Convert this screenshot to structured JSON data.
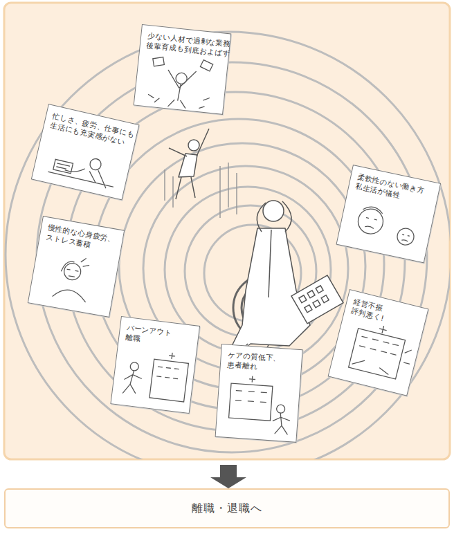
{
  "diagram": {
    "nodes": [
      {
        "text": [
          "少ない人材で過剰な業務 後輩育成も到底およばず"
        ]
      },
      {
        "text": [
          "忙しさ、疲労、仕事にも 生活にも充実感がない"
        ]
      },
      {
        "text": [
          "柔軟性のない働き方 私生活が犠牲"
        ]
      },
      {
        "text": [
          "慢性的な心身疲労、 ストレス蓄積"
        ]
      },
      {
        "text": [
          "経営不振 評判悪く!"
        ]
      },
      {
        "text": [
          "バーンアウト 離職"
        ]
      },
      {
        "text": [
          "ケアの質低下、 患者離れ"
        ]
      },
      {
        "text": [
          "離職・退職へ"
        ]
      }
    ]
  }
}
